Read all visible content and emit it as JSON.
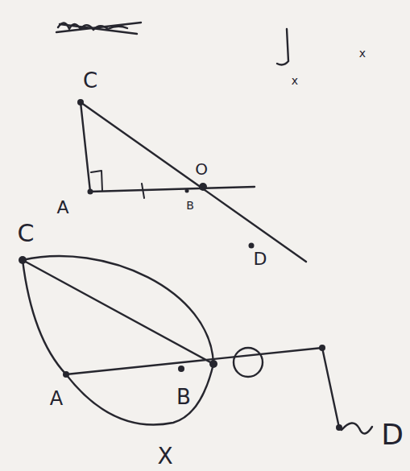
{
  "diagram": {
    "labels": [
      "C",
      "A",
      "B",
      "O",
      "D",
      "x",
      "x",
      "C",
      "A",
      "B",
      "D",
      "X"
    ]
  }
}
